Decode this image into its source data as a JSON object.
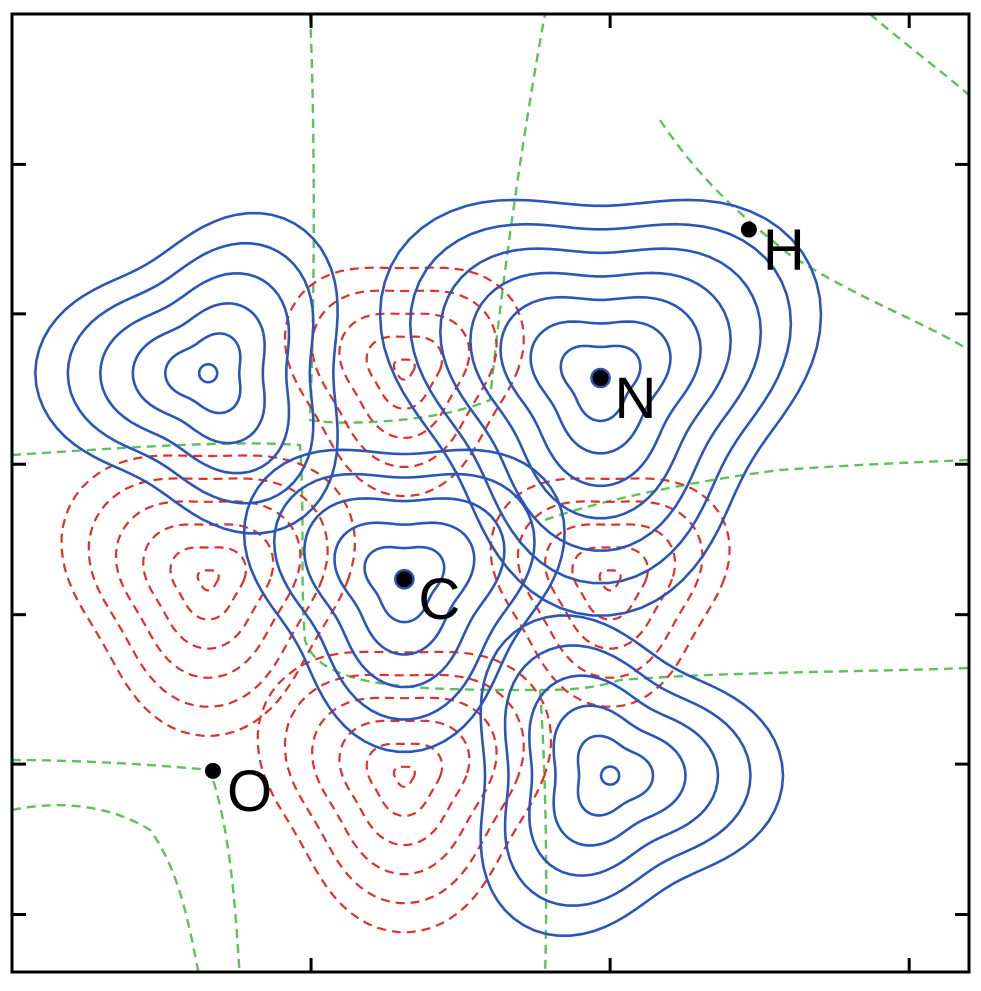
{
  "chart_data": {
    "type": "contour",
    "title": "",
    "xlabel": "",
    "ylabel": "",
    "grid": false,
    "legend": "none",
    "colors": {
      "positive": "#2b56b8",
      "negative": "#e0302a",
      "node": "#5cc25a",
      "atom": "#000000"
    },
    "xlim": [
      0,
      1
    ],
    "ylim": [
      0,
      1
    ],
    "atoms": [
      {
        "label": "H",
        "x": 0.77,
        "y": 0.775
      },
      {
        "label": "N",
        "x": 0.615,
        "y": 0.62
      },
      {
        "label": "C",
        "x": 0.41,
        "y": 0.41
      },
      {
        "label": "O",
        "x": 0.21,
        "y": 0.21
      }
    ],
    "positive_lobes": [
      {
        "x": 0.205,
        "y": 0.625,
        "levels": 6
      },
      {
        "x": 0.615,
        "y": 0.62,
        "levels": 8
      },
      {
        "x": 0.41,
        "y": 0.41,
        "levels": 6
      },
      {
        "x": 0.625,
        "y": 0.205,
        "levels": 6
      }
    ],
    "negative_lobes": [
      {
        "x": 0.41,
        "y": 0.63,
        "levels": 5
      },
      {
        "x": 0.205,
        "y": 0.41,
        "levels": 6
      },
      {
        "x": 0.625,
        "y": 0.41,
        "levels": 5
      },
      {
        "x": 0.41,
        "y": 0.205,
        "levels": 6
      }
    ]
  }
}
